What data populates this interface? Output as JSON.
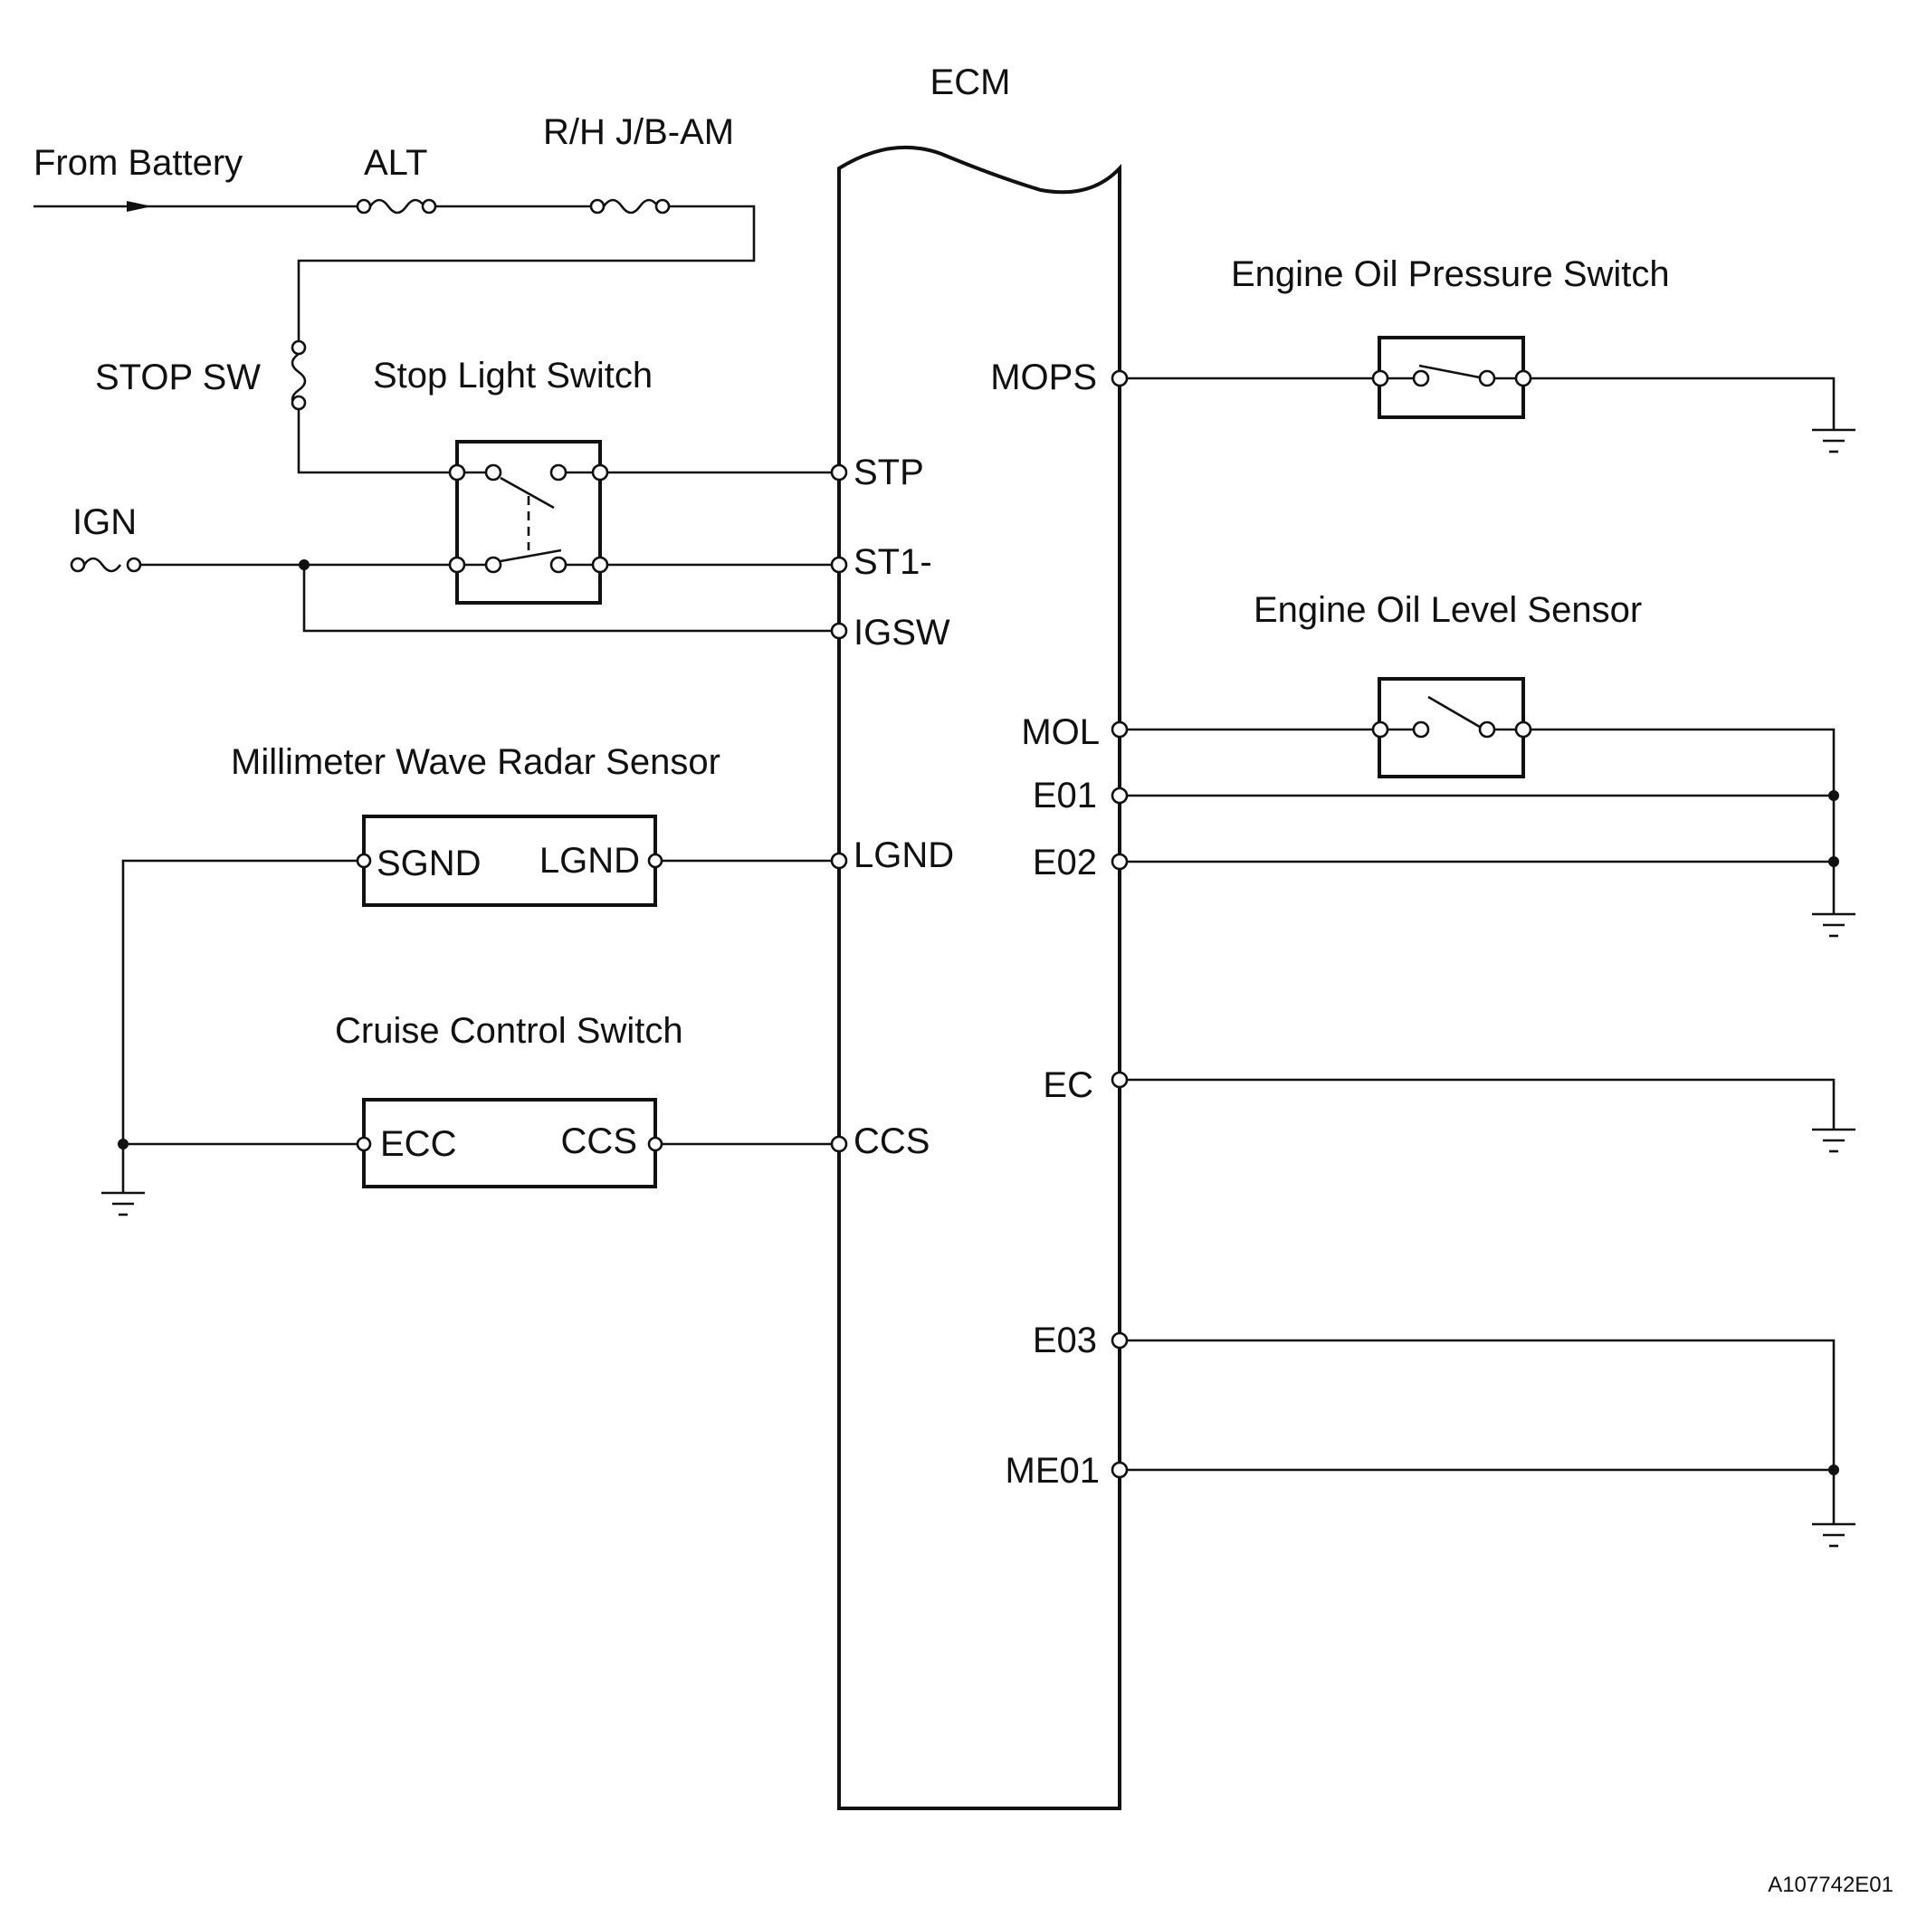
{
  "labels": {
    "ecm": "ECM",
    "from_battery": "From Battery",
    "fuse_alt": "ALT",
    "fuse_rh_jb_am": "R/H J/B-AM",
    "fuse_stop_sw": "STOP SW",
    "stop_light_switch": "Stop Light Switch",
    "ign": "IGN",
    "millimeter_wave_radar_sensor": "Millimeter Wave Radar Sensor",
    "cruise_control_switch": "Cruise Control Switch",
    "engine_oil_pressure_switch": "Engine Oil Pressure Switch",
    "engine_oil_level_sensor": "Engine Oil Level Sensor",
    "figure_code": "A107742E01"
  },
  "radar_sensor_pins": {
    "sgnd": "SGND",
    "lgnd": "LGND"
  },
  "cruise_switch_pins": {
    "ecc": "ECC",
    "ccs": "CCS"
  },
  "ecm_left_pins": {
    "stp": "STP",
    "st1": "ST1-",
    "igsw": "IGSW",
    "lgnd": "LGND",
    "ccs": "CCS"
  },
  "ecm_right_pins": {
    "mops": "MOPS",
    "mol": "MOL",
    "e01": "E01",
    "e02": "E02",
    "ec": "EC",
    "e03": "E03",
    "me01": "ME01"
  }
}
